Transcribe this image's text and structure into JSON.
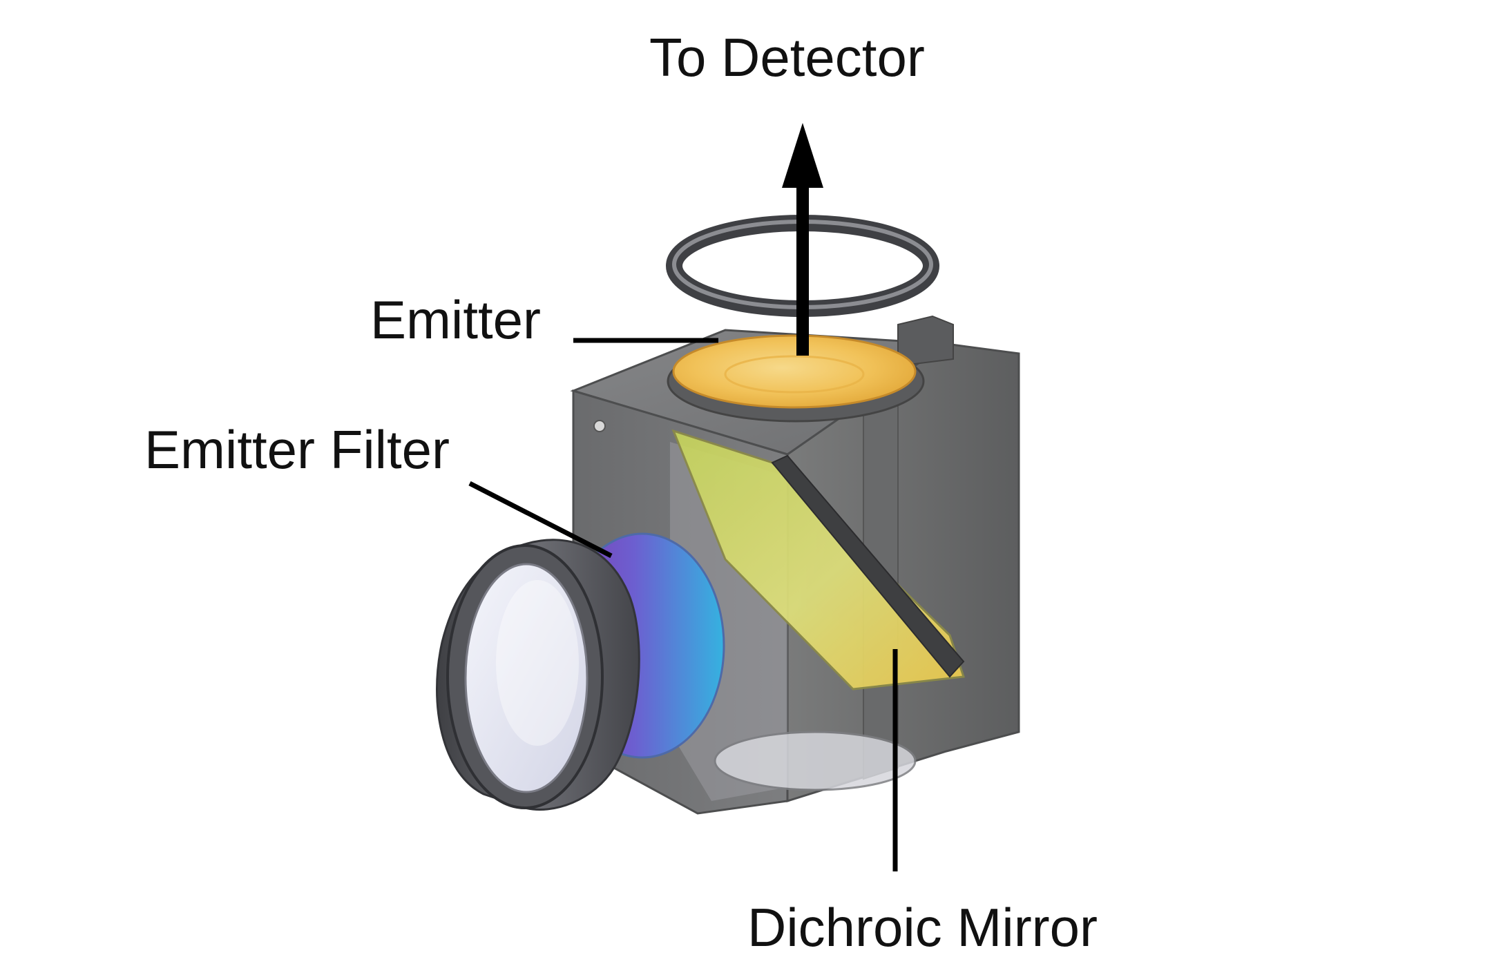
{
  "labels": {
    "to_detector": "To Detector",
    "emitter": "Emitter",
    "emitter_filter": "Emitter Filter",
    "dichroic_mirror": "Dichroic Mirror"
  },
  "colors": {
    "housing": "#6f7070",
    "housing_dark": "#4a4b4c",
    "emitter_glass": "#f2c35a",
    "dichroic_glass": "#d8dc6a",
    "filter_violet": "#8a4bc0",
    "filter_blue": "#3aa5dc",
    "ring": "#4d4e52",
    "arrow": "#000000"
  }
}
